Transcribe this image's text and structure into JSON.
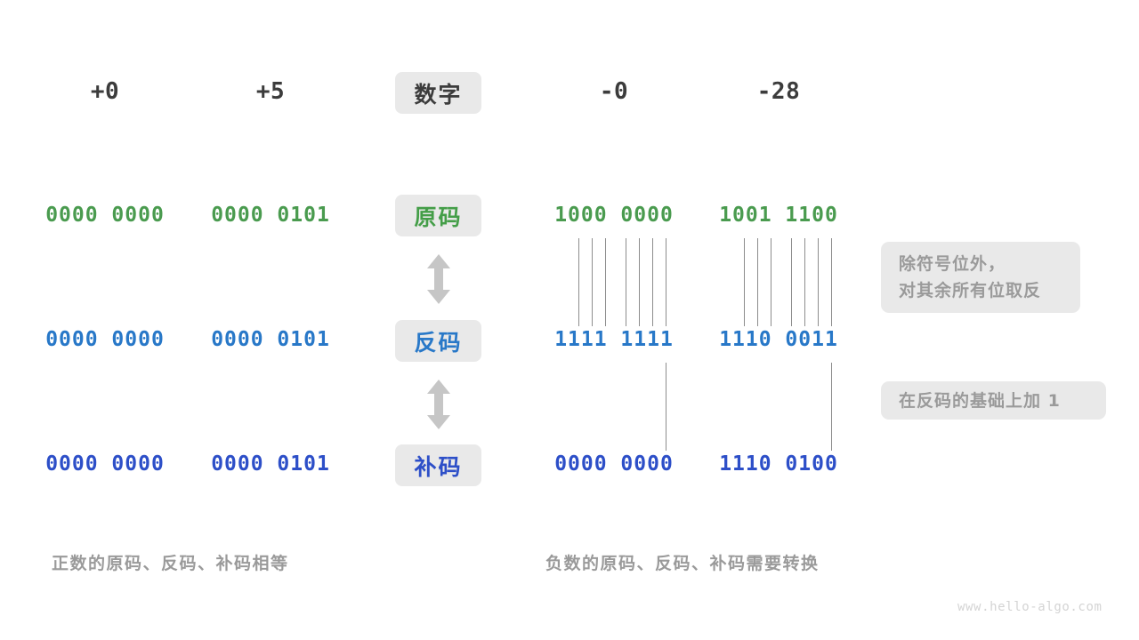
{
  "diagram": {
    "columns": {
      "labels": [
        "+0",
        "+5",
        "-0",
        "-28"
      ],
      "header_pill": "数字"
    },
    "row_labels": {
      "sign_magnitude": "原码",
      "ones_complement": "反码",
      "twos_complement": "补码"
    },
    "rows": [
      {
        "key": "sign_magnitude",
        "label": "原码",
        "values": [
          "0000 0000",
          "0000 0101",
          "1000 0000",
          "1001 1100"
        ]
      },
      {
        "key": "ones_complement",
        "label": "反码",
        "values": [
          "0000 0000",
          "0000 0101",
          "1111 1111",
          "1110 0011"
        ]
      },
      {
        "key": "twos_complement",
        "label": "补码",
        "values": [
          "0000 0000",
          "0000 0101",
          "0000 0000",
          "1110 0100"
        ]
      }
    ],
    "notes": {
      "invert_line1": "除符号位外，",
      "invert_line2": "对其余所有位取反",
      "add_one": "在反码的基础上加 1"
    },
    "captions": {
      "positive": "正数的原码、反码、补码相等",
      "negative": "负数的原码、反码、补码需要转换"
    },
    "watermark": "www.hello-algo.com",
    "colors": {
      "sign_magnitude": "#4a9b4f",
      "ones_complement": "#2878c8",
      "twos_complement": "#2d4fc8",
      "header": "#3c3c3c",
      "note_bg": "#e9e9e9",
      "note_text": "#9a9a9a",
      "connector": "#8d8d8d"
    }
  }
}
